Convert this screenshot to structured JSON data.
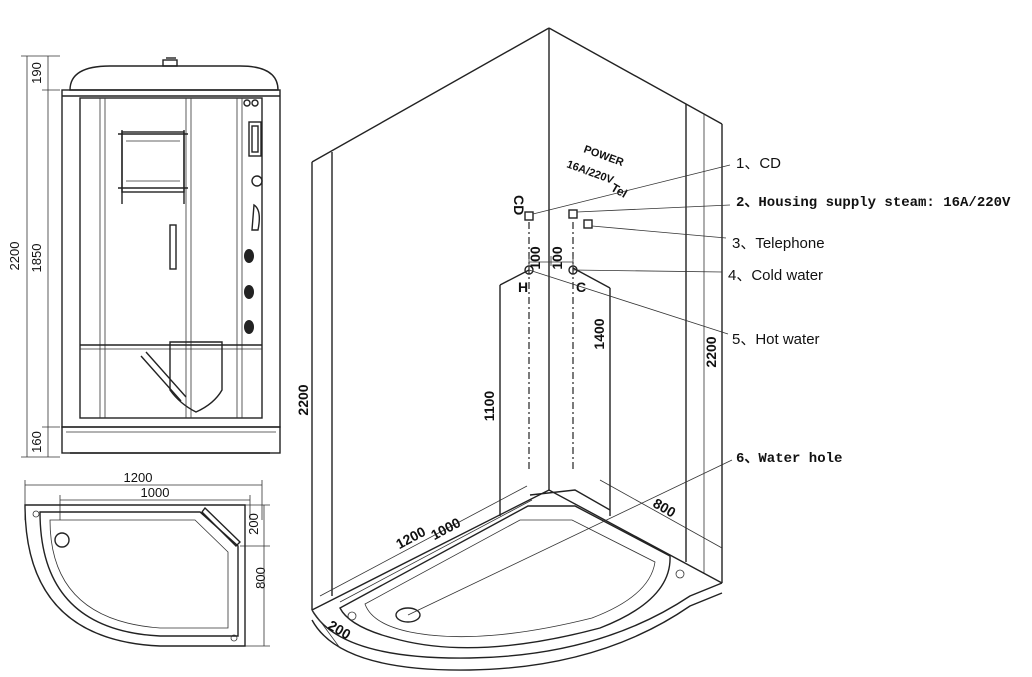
{
  "front_view": {
    "dims": {
      "top": "190",
      "total": "2200",
      "middle": "1850",
      "bottom": "160"
    }
  },
  "plan_view": {
    "dims": {
      "width_total": "1200",
      "width_inner": "1000",
      "depth_short": "200",
      "depth": "800"
    }
  },
  "iso_view": {
    "dims": {
      "height_left": "2200",
      "height_right": "2200",
      "hot_height": "1100",
      "cold_height": "1400",
      "pipe_gap_left": "100",
      "pipe_gap_right": "100",
      "base_1200": "1200",
      "base_1000": "1000",
      "base_800": "800",
      "base_200": "200"
    },
    "wall_labels": {
      "cd": "CD",
      "power": "POWER",
      "power_rating": "16A/220V",
      "tel": "Tel",
      "hot": "H",
      "cold": "C"
    }
  },
  "callouts": [
    {
      "label": "1、CD"
    },
    {
      "label": "2、Housing supply steam: 16A/220V"
    },
    {
      "label": "3、Telephone"
    },
    {
      "label": "4、Cold water"
    },
    {
      "label": "5、Hot water"
    },
    {
      "label": "6、Water hole"
    }
  ]
}
